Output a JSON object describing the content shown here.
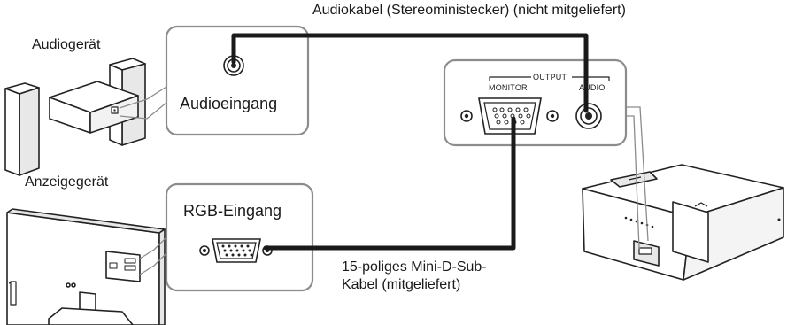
{
  "labels": {
    "audio_cable": "Audiokabel (Stereoministecker) (nicht mitgeliefert)",
    "audio_device": "Audiogerät",
    "audio_input": "Audioeingang",
    "display_device": "Anzeigegerät",
    "rgb_input": "RGB-Eingang",
    "vga_cable_line1": "15-poliges Mini-D-Sub-",
    "vga_cable_line2": "Kabel (mitgeliefert)",
    "output": "OUTPUT",
    "monitor": "MONITOR",
    "audio": "AUDIO"
  },
  "colors": {
    "cable": "#1a1a1a",
    "panel_border": "#8c8c8c",
    "device_fill": "#ffffff",
    "line_gray": "#8c8c8c"
  }
}
